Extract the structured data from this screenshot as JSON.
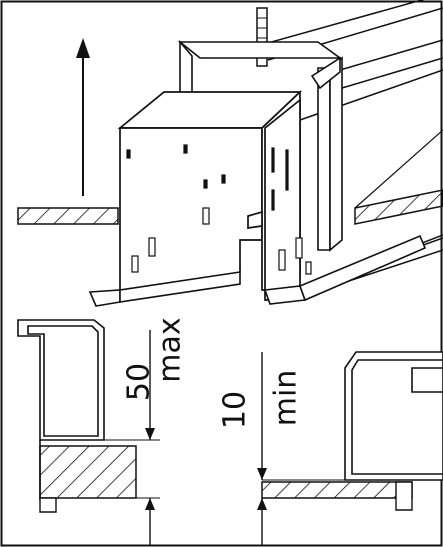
{
  "dimensions": {
    "left": {
      "value": "50",
      "qualifier": "max"
    },
    "right": {
      "value": "10",
      "qualifier": "min"
    }
  },
  "colors": {
    "ink": "#111111",
    "background": "#ffffff"
  },
  "icons": [
    "arrow-up-icon",
    "hatch-pattern"
  ]
}
